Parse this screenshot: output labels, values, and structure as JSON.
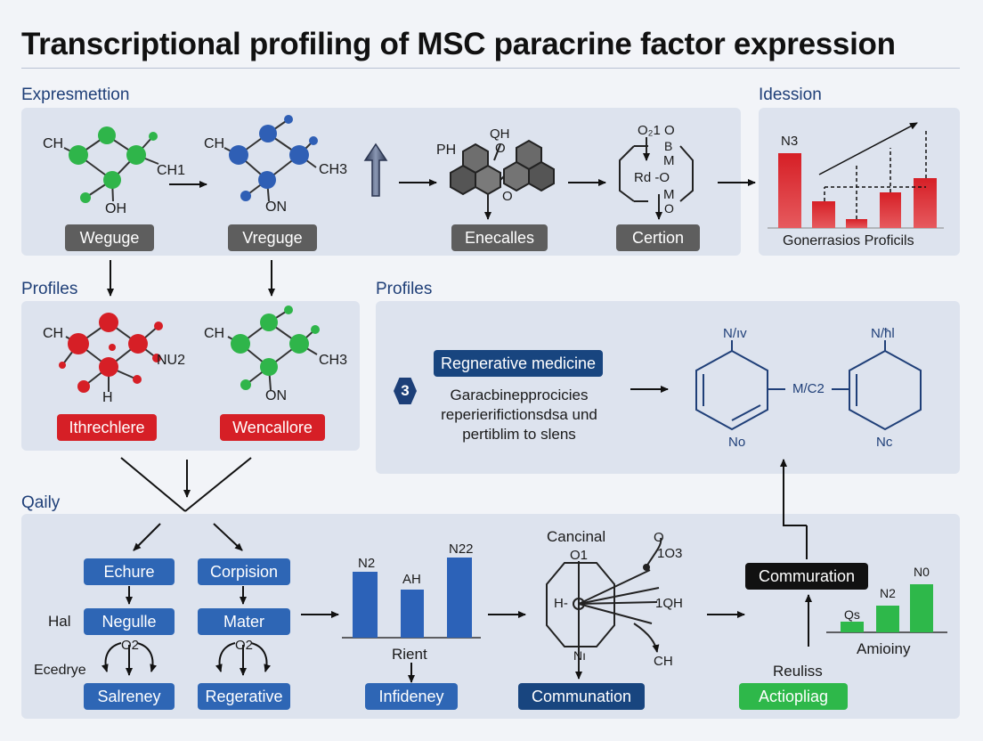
{
  "title": "Transcriptional profiling of MSC paracrine factor expression",
  "sections": {
    "top_left": "Expresmettion",
    "top_right": "Idession",
    "mid_left": "Profiles",
    "mid_right": "Profiles",
    "bottom": "Qaily"
  },
  "top_row": {
    "mol1": {
      "ch": "CH",
      "ch1": "CH1",
      "oh": "OH",
      "label": "Weguge"
    },
    "mol2": {
      "ch": "CH",
      "ch3": "CH3",
      "on": "ON",
      "label": "Vreguge"
    },
    "mol3": {
      "ph": "PH",
      "qh": "QH",
      "o_top": "O",
      "o_bot": "O",
      "label": "Enecalles"
    },
    "mol4": {
      "o1": "O₂1 O",
      "b1": "B",
      "m1": "M",
      "rd": "Rd -O",
      "m2": "M",
      "o2": "O",
      "label": "Certion"
    },
    "chart": {
      "label_n": "N3",
      "caption": "Gonerrasios Proficils"
    }
  },
  "mid_row": {
    "mol5": {
      "ch": "CH",
      "nu": "NU2",
      "h": "H",
      "label": "Ithrechlere"
    },
    "mol6": {
      "ch": "CH",
      "ch3": "CH3",
      "on": "ON",
      "label": "Wencallore"
    },
    "right": {
      "badge": "3",
      "tag": "Regnerative medicine",
      "lines": [
        "Garacbinepprocicies",
        "reperierifictionsdsa und",
        "pertiblim to slens"
      ],
      "n_top_left": "N/ıv",
      "n_top_right": "N/ħl",
      "mc": "M/C2",
      "n_bot_left": "No",
      "n_bot_right": "Nc"
    }
  },
  "bottom_row": {
    "echure": "Echure",
    "corpision": "Corpision",
    "negulle": "Negulle",
    "mater": "Mater",
    "hal": "Hal",
    "ecedrye": "Ecedrye",
    "o2a": "O2",
    "o2b": "O2",
    "salreney": "Salreney",
    "regerative": "Regerative",
    "bars": {
      "n2": "N2",
      "ah": "AH",
      "n22": "N22",
      "label": "Rient",
      "pill": "Infideney"
    },
    "canc": {
      "title": "Cancinal",
      "o1": "O1",
      "o": "O",
      "o3": "1O3",
      "hlabel": "H-",
      "qh": "1QH",
      "ch": "CH",
      "ni": "Nı",
      "pill": "Communation"
    },
    "right": {
      "commu": "Commuration",
      "reuliss": "Reuliss",
      "pill": "Actiopliag",
      "qs": "Qs",
      "n2": "N2",
      "n0": "N0",
      "amioiny": "Amioiny"
    }
  },
  "colors": {
    "green_atom": "#2fb54a",
    "blue_atom": "#2f5fb5",
    "red_atom": "#d61f26",
    "bar_red": "#d61f26",
    "bar_blue": "#2c62b8",
    "bar_green": "#2eb84a",
    "navy": "#1c3f78"
  }
}
